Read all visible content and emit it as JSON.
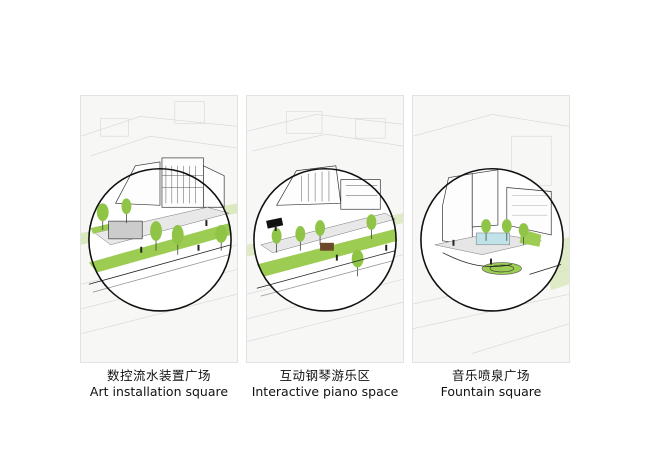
{
  "panels": [
    {
      "zh": "数控流水装置广场",
      "en": "Art installation square"
    },
    {
      "zh": "互动钢琴游乐区",
      "en": "Interactive piano space"
    },
    {
      "zh": "音乐喷泉广场",
      "en": "Fountain square"
    }
  ],
  "colors": {
    "grass": "#9ccc52",
    "tree": "#8fc447",
    "line": "#222222",
    "bg": "#f7f7f6"
  }
}
